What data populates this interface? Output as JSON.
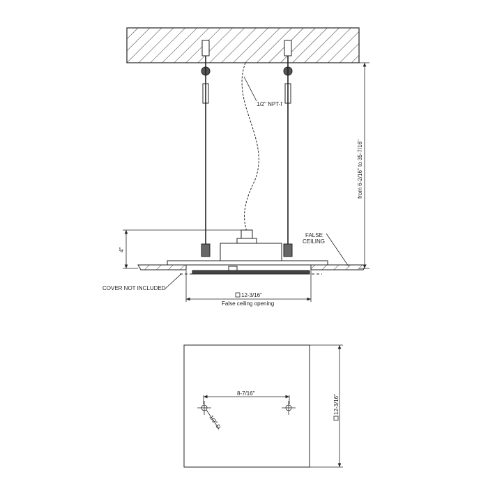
{
  "elevation": {
    "pipe_label": "1/2\" NPT-f",
    "height_range_label": "from 6-2/16\" to 35-7/16\"",
    "box_height_label": "4\"",
    "false_ceiling_label_line1": "FALSE",
    "false_ceiling_label_line2": "CEILING",
    "cover_label": "COVER NOT INCLUDED",
    "opening_size_label": "12-3/16\"",
    "opening_caption": "False ceiling opening"
  },
  "plan": {
    "hole_spacing_label": "8-7/16\"",
    "hole_diameter_label": "1/2\" D.",
    "square_size_label": "12-3/16\""
  },
  "colors": {
    "line": "#222222",
    "background": "#ffffff"
  }
}
